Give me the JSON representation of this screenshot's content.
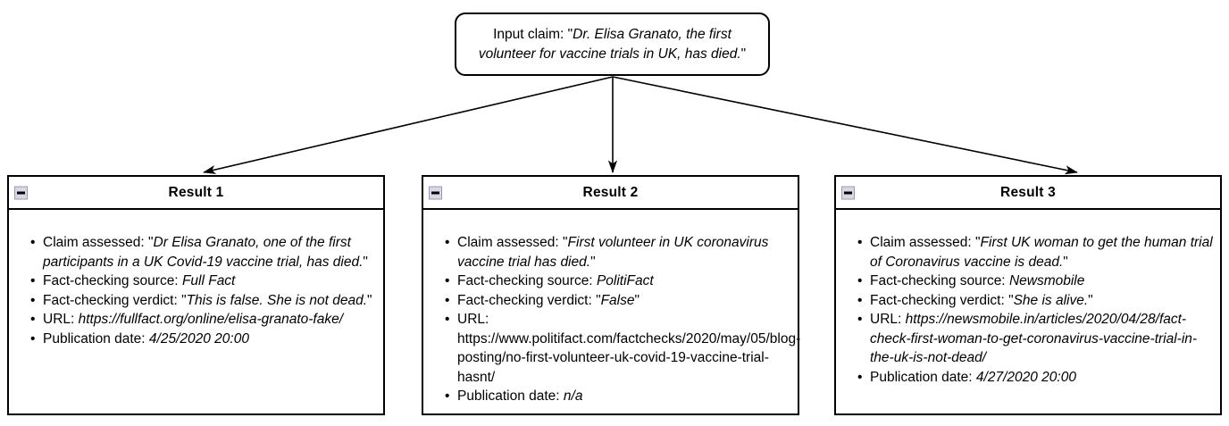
{
  "input_claim": {
    "label": "Input claim: ",
    "quote_open": "\"",
    "text": "Dr. Elisa Granato, the first volunteer for vaccine trials in UK, has died.",
    "quote_close": "\""
  },
  "labels": {
    "claim_assessed": "Claim assessed: ",
    "fact_checking_source": "Fact-checking source: ",
    "fact_checking_verdict": "Fact-checking verdict: ",
    "url": "URL: ",
    "publication_date": "Publication date: ",
    "quote": "\""
  },
  "collapse_icon": "minus-box-icon",
  "results": [
    {
      "title": "Result 1",
      "claim_assessed": "Dr Elisa Granato, one of the first participants in a UK Covid-19 vaccine trial, has died.",
      "claim_quoted": true,
      "source": "Full Fact",
      "verdict": "This is false. She is not dead.",
      "verdict_quoted": true,
      "url": "https://fullfact.org/online/elisa-granato-fake/",
      "url_italic": true,
      "publication_date": "4/25/2020 20:00"
    },
    {
      "title": "Result 2",
      "claim_assessed": "First volunteer in UK coronavirus vaccine trial has died.",
      "claim_quoted": true,
      "source": "PolitiFact",
      "verdict": "False",
      "verdict_quoted": true,
      "url": "https://www.politifact.com/factchecks/2020/may/05/blog-posting/no-first-volunteer-uk-covid-19-vaccine-trial-hasnt/",
      "url_italic": false,
      "publication_date": "n/a"
    },
    {
      "title": "Result 3",
      "claim_assessed": "First UK woman to get the human trial of Coronavirus vaccine is dead.",
      "claim_quoted": true,
      "source": "Newsmobile",
      "verdict": "She is alive.",
      "verdict_quoted": true,
      "url": "https://newsmobile.in/articles/2020/04/28/fact-check-first-woman-to-get-coronavirus-vaccine-trial-in-the-uk-is-not-dead/",
      "url_italic": true,
      "publication_date": "4/27/2020 20:00"
    }
  ],
  "colors": {
    "stroke": "#000000",
    "background": "#ffffff",
    "icon_fill": "#d8d8e4",
    "icon_border": "#9a9ab0"
  }
}
